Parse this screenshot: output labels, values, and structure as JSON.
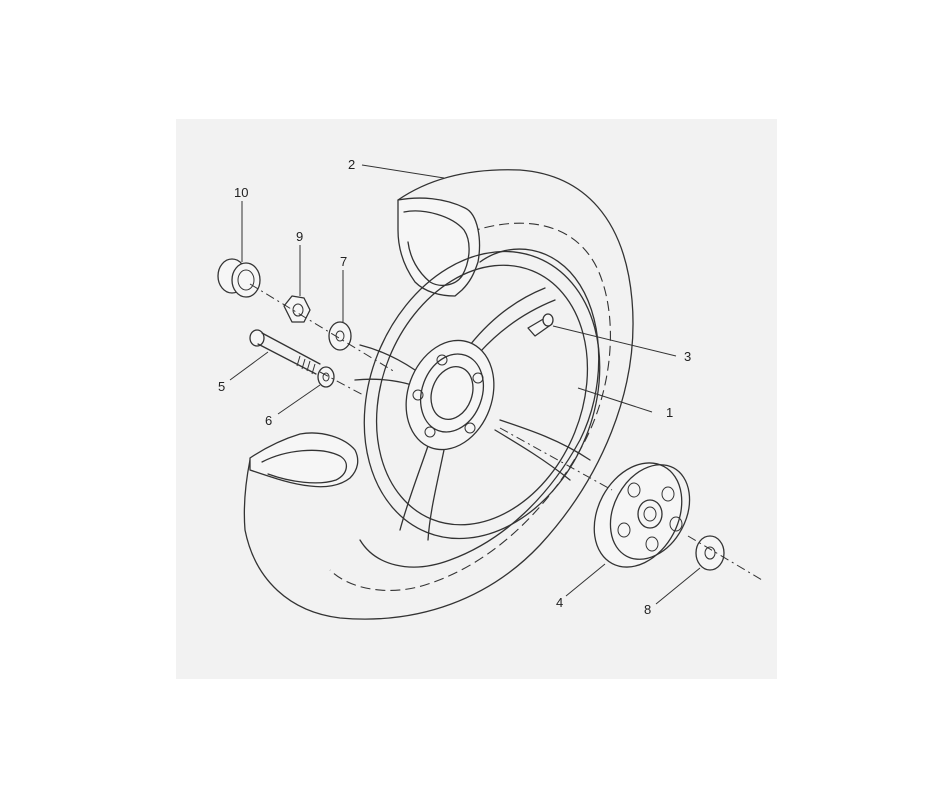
{
  "diagram": {
    "background_color": "#f2f2f2",
    "line_color": "#333333",
    "callouts": [
      {
        "id": "1",
        "label": "1",
        "part": "wheel-rim"
      },
      {
        "id": "2",
        "label": "2",
        "part": "tire"
      },
      {
        "id": "3",
        "label": "3",
        "part": "valve-stem"
      },
      {
        "id": "4",
        "label": "4",
        "part": "damper-hub"
      },
      {
        "id": "5",
        "label": "5",
        "part": "bolt"
      },
      {
        "id": "6",
        "label": "6",
        "part": "washer"
      },
      {
        "id": "7",
        "label": "7",
        "part": "washer"
      },
      {
        "id": "8",
        "label": "8",
        "part": "washer"
      },
      {
        "id": "9",
        "label": "9",
        "part": "nut"
      },
      {
        "id": "10",
        "label": "10",
        "part": "collar"
      }
    ]
  }
}
